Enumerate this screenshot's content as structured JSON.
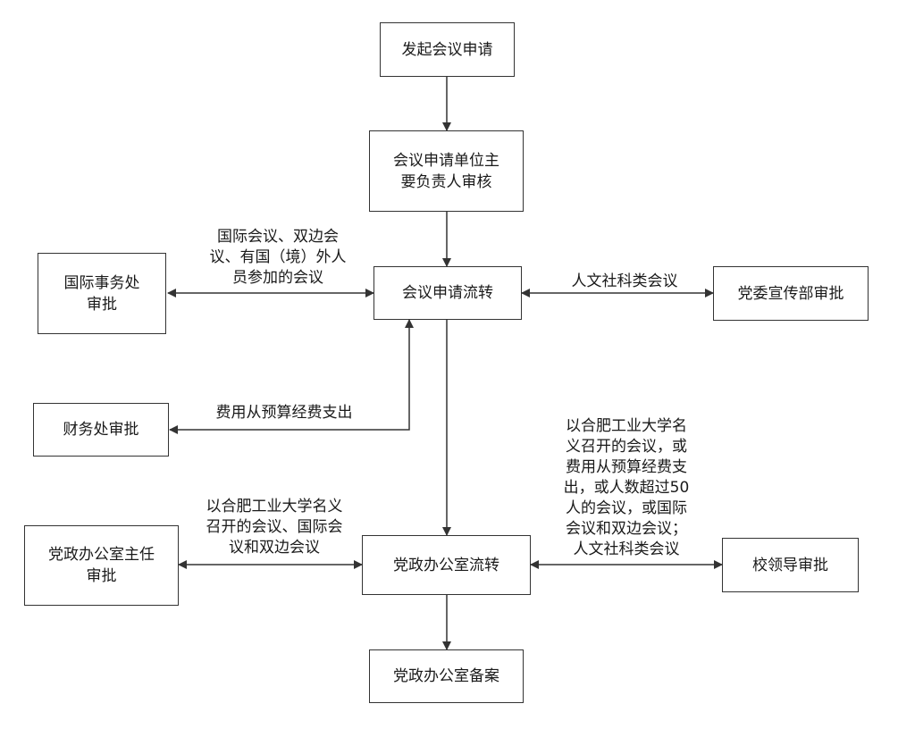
{
  "nodes": {
    "initiate": "发起会议申请",
    "unit_review": "会议申请单位主\n要负责人审核",
    "apply_circulate": "会议申请流转",
    "intl_office": "国际事务处\n审批",
    "propaganda": "党委宣传部审批",
    "finance": "财务处审批",
    "office_circulate": "党政办公室流转",
    "office_director": "党政办公室主任\n审批",
    "school_leader": "校领导审批",
    "office_record": "党政办公室备案"
  },
  "edge_labels": {
    "to_intl": "国际会议、双边会\n议、有国（境）外人\n员参加的会议",
    "to_propaganda": "人文社科类会议",
    "from_finance": "费用从预算经费支出",
    "to_director": "以合肥工业大学名义\n召开的会议、国际会\n议和双边会议",
    "to_leader": "以合肥工业大学名\n义召开的会议，或\n费用从预算经费支\n出，或人数超过50\n人的会议，或国际\n会议和双边会议；\n人文社科类会议"
  },
  "colors": {
    "line": "#333333",
    "text": "#1a1a1a",
    "background": "#ffffff"
  }
}
